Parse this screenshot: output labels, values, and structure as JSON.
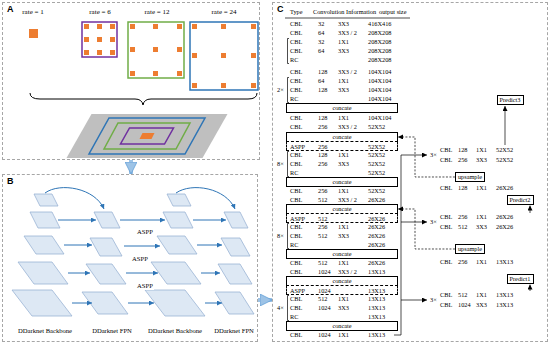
{
  "diagram": {
    "nodes": [
      {
        "text": [
          "A"
        ]
      },
      {
        "text": [
          "B"
        ]
      },
      {
        "text": [
          "C"
        ]
      },
      {
        "text": [
          "concate"
        ],
        "in": 2
      },
      {
        "text": [
          "concate"
        ],
        "in": 2
      },
      {
        "text": [
          "ASPP",
          "256",
          "52X52"
        ],
        "in": 2
      },
      {
        "text": [
          "concate"
        ],
        "in": 2
      },
      {
        "text": [
          "concate"
        ],
        "in": 2
      },
      {
        "text": [
          "ASPP",
          "512",
          "26X26"
        ],
        "in": 2
      },
      {
        "text": [
          "concate"
        ],
        "in": 2
      },
      {
        "text": [
          "concate"
        ],
        "in": 2
      },
      {
        "text": [
          "ASPP",
          "1024",
          "13X13"
        ],
        "in": 2
      },
      {
        "text": [
          "concate"
        ],
        "in": 2
      },
      {
        "text": [
          "Predict3"
        ],
        "in": 2
      },
      {
        "text": [
          "upsample"
        ],
        "in": 2
      },
      {
        "text": [
          "Predict2"
        ],
        "in": 2
      },
      {
        "text": [
          "upsample"
        ],
        "in": 2
      },
      {
        "text": [
          "Predict1"
        ],
        "in": 2
      }
    ],
    "edges": [
      {
        "from": 0,
        "to": 1,
        "arrow": "to"
      },
      {
        "from": 1,
        "to": 2,
        "arrow": "to"
      },
      {
        "from": 14,
        "to": 4,
        "arrow": "to"
      },
      {
        "from": 16,
        "to": 7,
        "arrow": "to"
      }
    ],
    "labels": [
      "rate = 1",
      "rate = 6",
      "rate = 12",
      "rate = 24",
      "DDarknet Backbone",
      "DDarknet FPN",
      "DDarknet Backbone",
      "DDarknet FPN",
      "ASPP",
      "ASPP",
      "ASPP",
      "Type",
      "Convolution Information",
      "output size",
      "CBL",
      "32",
      "3X3",
      "416X416",
      "CBL",
      "64",
      "3X3 / 2",
      "208X208",
      "CBL",
      "32",
      "1X1",
      "208X208",
      "CBL",
      "64",
      "3X3",
      "208X208",
      "RC",
      "208X208",
      "CBL",
      "128",
      "3X3 / 2",
      "104X104",
      "2×",
      "CBL",
      "64",
      "1X1",
      "104X104",
      "CBL",
      "128",
      "3X3",
      "104X104",
      "RC",
      "104X104",
      "CBL",
      "128",
      "1X1",
      "104X104",
      "CBL",
      "256",
      "3X3 / 2",
      "52X52",
      "8×",
      "CBL",
      "128",
      "1X1",
      "52X52",
      "CBL",
      "256",
      "3X3",
      "52X52",
      "RC",
      "52X52",
      "CBL",
      "256",
      "1X1",
      "52X52",
      "CBL",
      "512",
      "3X3 / 2",
      "26X26",
      "8×",
      "CBL",
      "256",
      "1X1",
      "26X26",
      "CBL",
      "512",
      "3X3",
      "26X26",
      "RC",
      "26X26",
      "CBL",
      "512",
      "1X1",
      "26X26",
      "CBL",
      "1024",
      "3X3 / 2",
      "13X13",
      "4×",
      "CBL",
      "512",
      "1X1",
      "13X13",
      "CBL",
      "1024",
      "3X3",
      "13X13",
      "RC",
      "13X13",
      "CBL",
      "1024",
      "1X1",
      "13X13",
      "3×",
      "CBL",
      "128",
      "1X1",
      "52X52",
      "CBL",
      "256",
      "3X3",
      "52X52",
      "CBL",
      "128",
      "1X1",
      "26X26",
      "3×",
      "CBL",
      "256",
      "1X1",
      "26X26",
      "CBL",
      "512",
      "3X3",
      "26X26",
      "CBL",
      "256",
      "1X1",
      "13X13",
      "3×",
      "CBL",
      "512",
      "1X1",
      "13X13",
      "CBL",
      "1024",
      "3X3",
      "13X13"
    ]
  }
}
